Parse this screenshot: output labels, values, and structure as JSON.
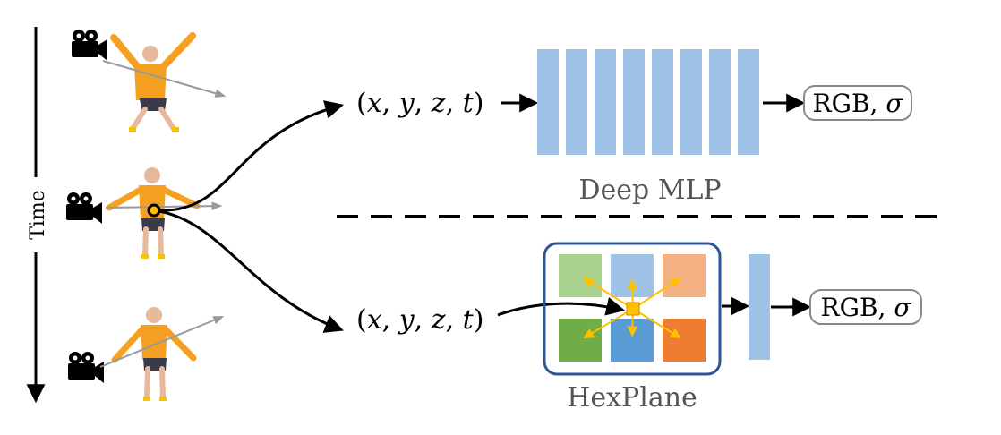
{
  "time_axis": {
    "label": "Time"
  },
  "top_branch": {
    "input": [
      "(",
      "x",
      ", ",
      "y",
      ", ",
      "z",
      ", ",
      "t",
      ")"
    ],
    "model_label": "Deep MLP",
    "output": [
      "RGB, ",
      "σ"
    ],
    "layer_count": 8,
    "layer_color": "#9ec3e6"
  },
  "bottom_branch": {
    "input": [
      "(",
      "x",
      ", ",
      "y",
      ", ",
      "z",
      ", ",
      "t",
      ")"
    ],
    "model_label": "HexPlane",
    "output": [
      "RGB, ",
      "σ"
    ],
    "plane_colors": [
      "#a9d18e",
      "#9ec3e6",
      "#f4b183",
      "#70ad47",
      "#5b9bd5",
      "#ed7d31"
    ],
    "frame_color": "#2f5597",
    "sample_color": "#ffc000",
    "head_color": "#9ec3e6"
  },
  "colors": {
    "person_shirt": "#f5a020",
    "person_skin": "#e8b89a",
    "person_shorts": "#3a3a48",
    "camera_ray": "#999999"
  }
}
